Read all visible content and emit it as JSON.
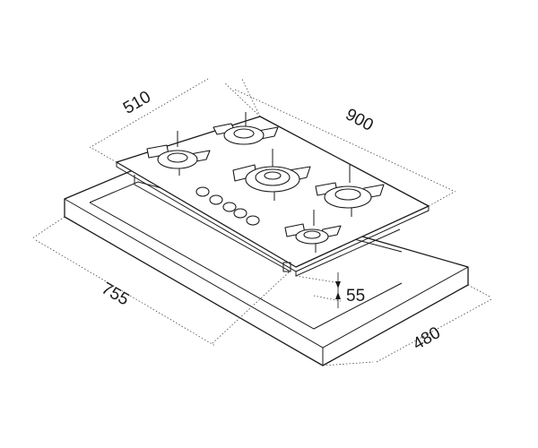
{
  "diagram": {
    "dimensions": [
      {
        "id": "depth-top",
        "value": "510"
      },
      {
        "id": "width-top",
        "value": "900"
      },
      {
        "id": "cutout-width",
        "value": "755"
      },
      {
        "id": "cutout-depth",
        "value": "480"
      },
      {
        "id": "height",
        "value": "55"
      }
    ],
    "burners": 5,
    "knobs": 5
  }
}
